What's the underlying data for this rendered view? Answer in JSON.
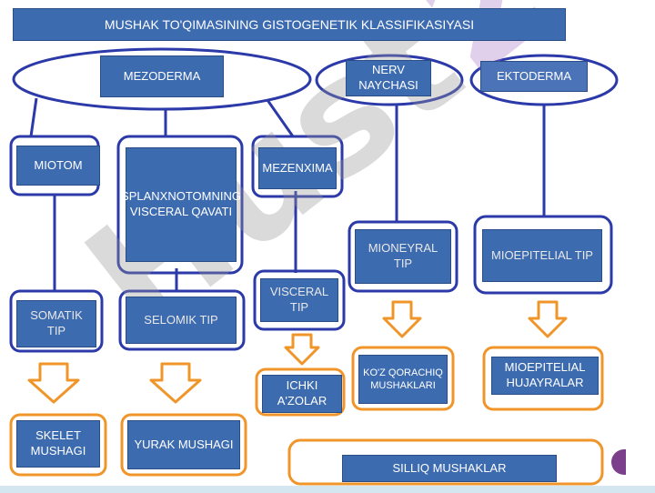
{
  "title": "MUSHAK TO'QIMASINING GISTOGENETIK KLASSIFIKASIYASI",
  "watermark": {
    "main": "Hu",
    "second": "st",
    "accent": "2"
  },
  "nodes": {
    "mezoderma": "MEZODERMA",
    "nerv": "NERV NAYCHASI",
    "ektoderma": "EKTODERMA",
    "miotom": "MIOTOM",
    "splanxnotom": "SPLANXNOTOMNING VISCERAL QAVATI",
    "mezenxima": "MEZENXIMA",
    "mioneyral": "MIONEYRAL TIP",
    "mioepitelial_tip": "MIOEPITELIAL TIP",
    "visceral": "VISCERAL TIP",
    "somatik": "SOMATIK TIP",
    "selomik": "SELOMIK TIP",
    "kuz": "KO'Z QORACHIQ MUSHAKLARI",
    "mioepitelial_hujayra": "MIOEPITELIAL HUJAYRALAR",
    "ichki": "ICHKI A'ZOLAR",
    "skelet": "SKELET MUSHAGI",
    "yurak": "YURAK MUSHAGI",
    "silliq": "SILLIQ MUSHAKLAR"
  },
  "colors": {
    "box": "#3d6bb0",
    "outline": "#2b3aa8",
    "arrow": "#f0952a"
  }
}
